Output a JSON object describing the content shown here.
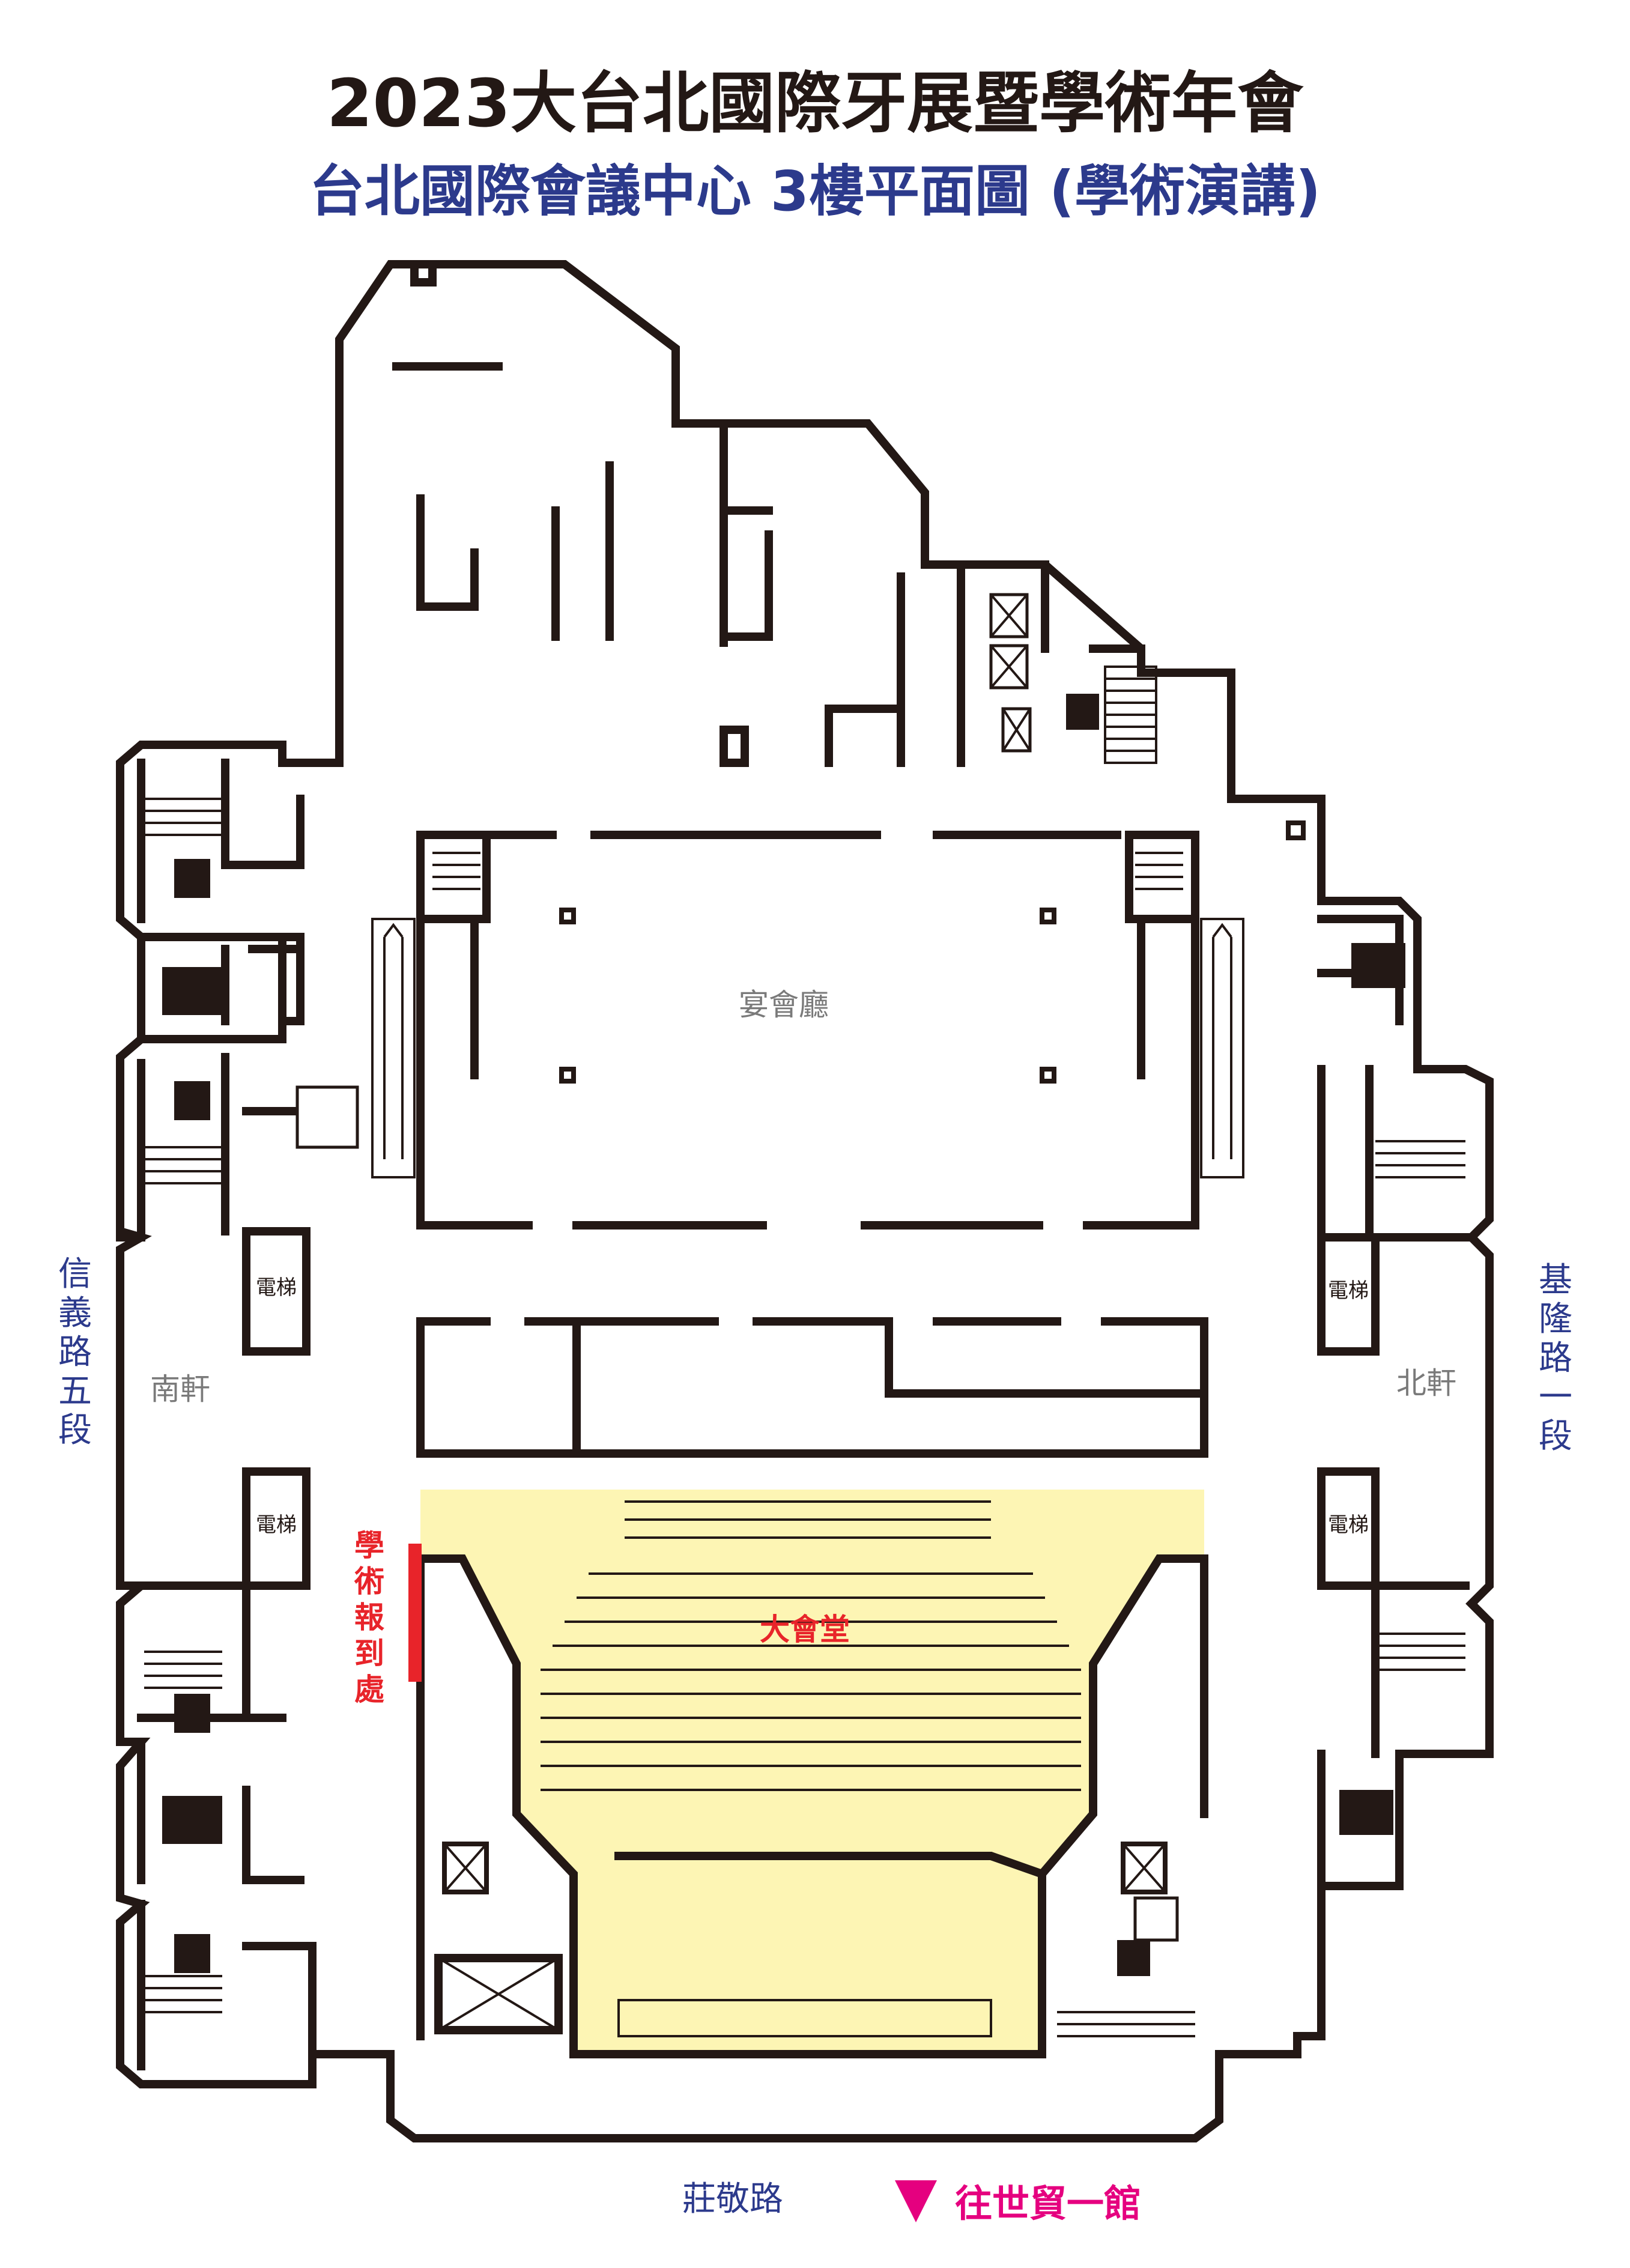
{
  "header": {
    "title": "2023大台北國際牙展暨學術年會",
    "subtitle": "台北國際會議中心 3樓平面圖 (學術演講)"
  },
  "rooms": {
    "banquet_hall": "宴會廳",
    "main_hall": "大會堂",
    "south_wing": "南軒",
    "north_wing": "北軒",
    "elevator": "電梯"
  },
  "registration": {
    "label_chars": [
      "學",
      "術",
      "報",
      "到",
      "處"
    ],
    "color": "#e8242a"
  },
  "streets": {
    "west": [
      "信",
      "義",
      "路",
      "五",
      "段"
    ],
    "east": [
      "基",
      "隆",
      "路",
      "一",
      "段"
    ],
    "south": "莊敬路"
  },
  "destination": {
    "label": "往世貿一館",
    "color": "#e5007f"
  },
  "colors": {
    "title": "#231815",
    "subtitle": "#2c3a8c",
    "hall_highlight": "#fdf5b4"
  },
  "icons": [
    "restroom-icon",
    "emergency-exit-icon",
    "telephone-icon",
    "elevator-icon",
    "escalator-icon",
    "stairs-icon"
  ]
}
